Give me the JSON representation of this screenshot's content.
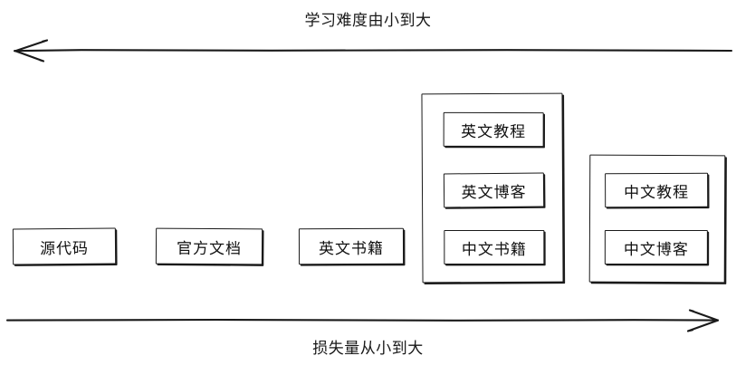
{
  "diagram": {
    "title_top": "学习难度由小到大",
    "title_bottom": "损失量从小到大",
    "axes": [
      {
        "name": "top-axis",
        "label": "学习难度由小到大",
        "direction": "left"
      },
      {
        "name": "bottom-axis",
        "label": "损失量从小到大",
        "direction": "right"
      }
    ],
    "nodes": [
      {
        "label": "源代码"
      },
      {
        "label": "官方文档"
      },
      {
        "label": "英文书籍"
      }
    ],
    "groups": [
      {
        "name": "english-resources-group",
        "items": [
          {
            "label": "英文教程"
          },
          {
            "label": "英文博客"
          },
          {
            "label": "中文书籍"
          }
        ]
      },
      {
        "name": "chinese-resources-group",
        "items": [
          {
            "label": "中文教程"
          },
          {
            "label": "中文博客"
          }
        ]
      }
    ],
    "colors": {
      "stroke": "#1a1a1a",
      "background": "#ffffff",
      "text": "#111111"
    }
  }
}
